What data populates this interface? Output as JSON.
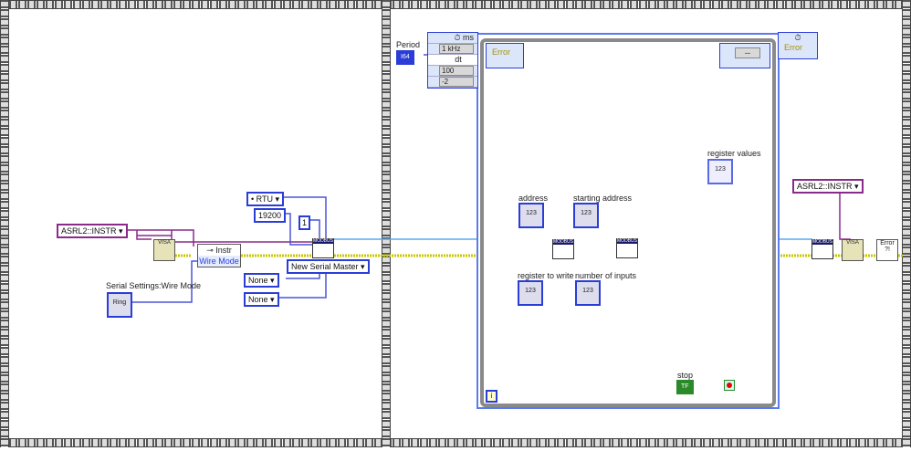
{
  "frame1": {
    "resource_const": "ASRL2::INSTR",
    "property_node": {
      "class": "Instr",
      "property": "Wire Mode"
    },
    "wire_mode_control": "Serial Settings:Wire Mode",
    "wire_mode_icon": "Ring",
    "rtu_const": "RTU",
    "baud_const": "19200",
    "slave_id_const": "1",
    "new_master_const": "New Serial Master",
    "parity_const": "None",
    "flow_const": "None",
    "modbus_label": "MODBUS",
    "visa_label": "VISA"
  },
  "frame2": {
    "period_label": "Period",
    "period_type": "I64",
    "timed_loop_input": {
      "unit": "ms",
      "source": "1 kHz",
      "dt": "dt",
      "priority": "100",
      "processor": "-2"
    },
    "left_error_node": "Error",
    "right_node_value": "--",
    "right_output_node": "Error",
    "controls": {
      "address": "address",
      "starting_address": "starting address",
      "register_to_write": "register to write",
      "number_of_inputs": "number of inputs"
    },
    "numeric_icon": "123",
    "indicator": "register values",
    "stop_label": "stop",
    "stop_type": "TF",
    "iteration": "i",
    "close_resource_const": "ASRL2::INSTR",
    "error_handler": "Error ?!",
    "colors": {
      "blue_wire": "#2a3dd6",
      "purple_wire": "#8a2a8a",
      "error_wire": "#c8c800",
      "modbus_wire": "#5aa8f0"
    }
  }
}
